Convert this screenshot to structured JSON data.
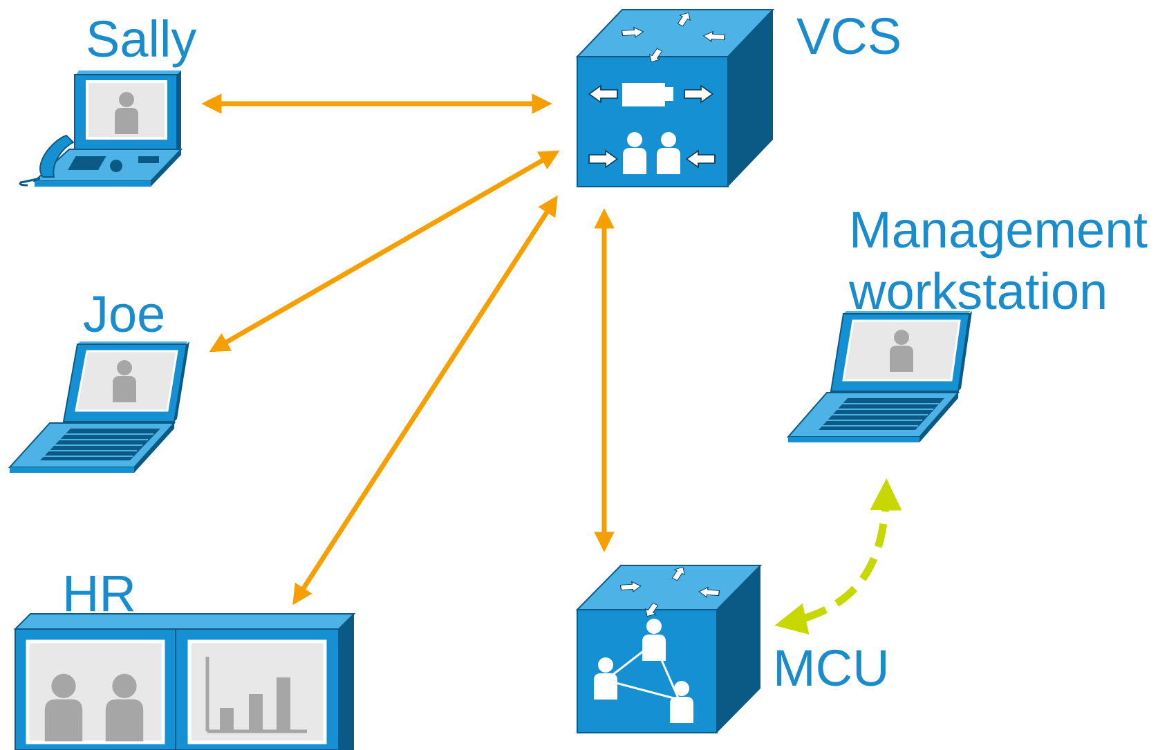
{
  "nodes": {
    "sally": {
      "label": "Sally",
      "icon": "ip-video-phone-icon"
    },
    "vcs": {
      "label": "VCS",
      "icon": "video-communication-server-icon"
    },
    "joe": {
      "label": "Joe",
      "icon": "laptop-icon"
    },
    "hr": {
      "label": "HR",
      "icon": "telepresence-room-icon"
    },
    "mcu": {
      "label": "MCU",
      "icon": "multipoint-control-unit-icon"
    },
    "management": {
      "label_line1": "Management",
      "label_line2": "workstation",
      "icon": "laptop-icon"
    }
  },
  "connections": [
    {
      "from": "sally",
      "to": "vcs",
      "style": "solid",
      "color": "#f5a000"
    },
    {
      "from": "joe",
      "to": "vcs",
      "style": "solid",
      "color": "#f5a000"
    },
    {
      "from": "hr",
      "to": "vcs",
      "style": "solid",
      "color": "#f5a000"
    },
    {
      "from": "mcu",
      "to": "vcs",
      "style": "solid",
      "color": "#f5a000"
    },
    {
      "from": "management",
      "to": "mcu",
      "style": "dashed",
      "color": "#c6d800"
    }
  ],
  "colors": {
    "label": "#1a8ccb",
    "device_front": "#1590d2",
    "device_top": "#4db3e6",
    "device_side": "#0a5a85",
    "person_gray": "#a6a6a6",
    "arrow_orange": "#f5a000",
    "arrow_green": "#c6d800"
  }
}
